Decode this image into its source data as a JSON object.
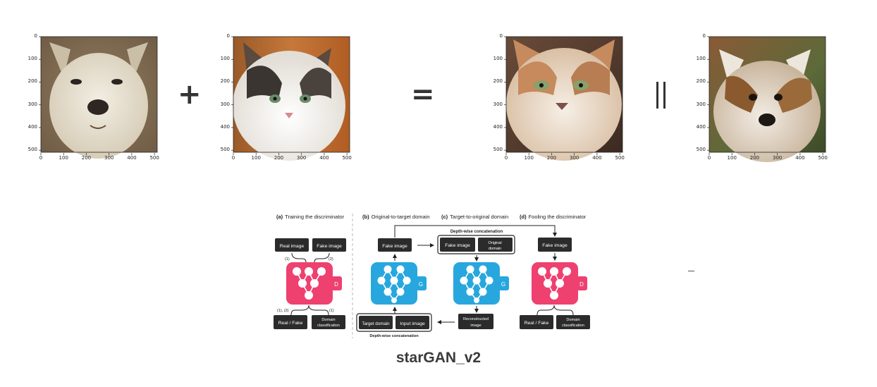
{
  "plots": [
    {
      "name": "dog-source",
      "xticks": [
        "0",
        "100",
        "200",
        "300",
        "400",
        "500"
      ],
      "yticks": [
        "0",
        "100",
        "200",
        "300",
        "400",
        "500"
      ]
    },
    {
      "name": "cat-reference",
      "xticks": [
        "0",
        "100",
        "200",
        "300",
        "400",
        "500"
      ],
      "yticks": [
        "0",
        "100",
        "200",
        "300",
        "400",
        "500"
      ]
    },
    {
      "name": "cat-output",
      "xticks": [
        "0",
        "100",
        "200",
        "300",
        "400",
        "500"
      ],
      "yticks": [
        "0",
        "100",
        "200",
        "300",
        "400",
        "500"
      ]
    },
    {
      "name": "dog-output",
      "xticks": [
        "0",
        "100",
        "200",
        "300",
        "400",
        "500"
      ],
      "yticks": [
        "0",
        "100",
        "200",
        "300",
        "400",
        "500"
      ]
    }
  ],
  "operators": {
    "plus": "+",
    "equals": "=",
    "parallel": "||"
  },
  "diagram": {
    "sections": {
      "a_letter": "(a)",
      "a": "Training the discriminator",
      "b_letter": "(b)",
      "b": "Original-to-target domain",
      "c_letter": "(c)",
      "c": "Target-to-original domain",
      "d_letter": "(d)",
      "d": "Fooling the discriminator"
    },
    "boxes": {
      "real_image": "Real image",
      "fake_image_a": "Fake image",
      "fake_image_b": "Fake image",
      "fake_image_c": "Fake image",
      "original_domain_1": "Original",
      "original_domain_2": "domain",
      "fake_image_d": "Fake image",
      "real_fake_a": "Real / Fake",
      "domain_class_a_1": "Domain",
      "domain_class_a_2": "classification",
      "target_domain": "Target domain",
      "input_image": "Input image",
      "reconstructed_1": "Reconstructed",
      "reconstructed_2": "image",
      "real_fake_d": "Real / Fake",
      "domain_class_d_1": "Domain",
      "domain_class_d_2": "classification"
    },
    "annotations": {
      "one": "(1)",
      "two": "(2)",
      "one_two": "(1), (2)",
      "one_b": "(1)",
      "depth_top": "Depth-wise concatenation",
      "depth_bottom": "Depth-wise concatenation"
    },
    "net_labels": {
      "d1": "D",
      "g1": "G",
      "g2": "G",
      "d2": "D"
    },
    "colors": {
      "discriminator": "#ee4170",
      "generator": "#28a7de",
      "box": "#2b2b2b"
    }
  },
  "caption": "starGAN_v2"
}
